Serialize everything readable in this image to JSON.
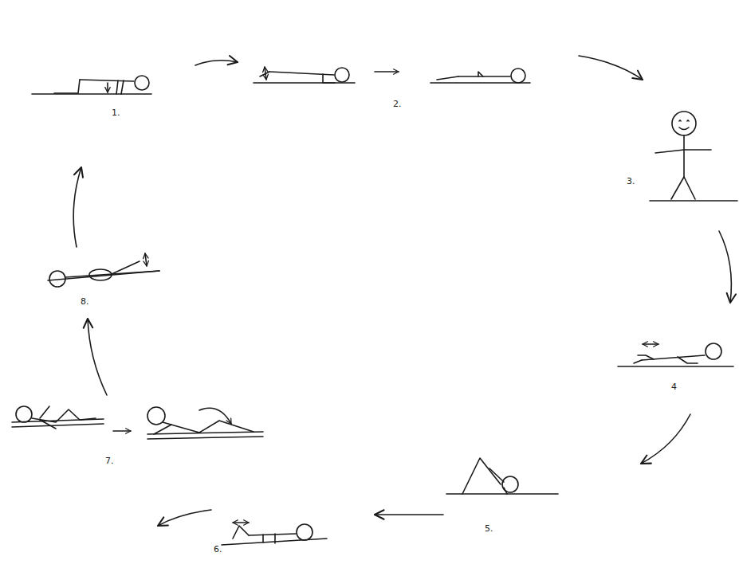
{
  "diagram": {
    "labels": [
      "1.",
      "2.",
      "3.",
      "4",
      "5.",
      "6.",
      "7.",
      "8."
    ]
  }
}
